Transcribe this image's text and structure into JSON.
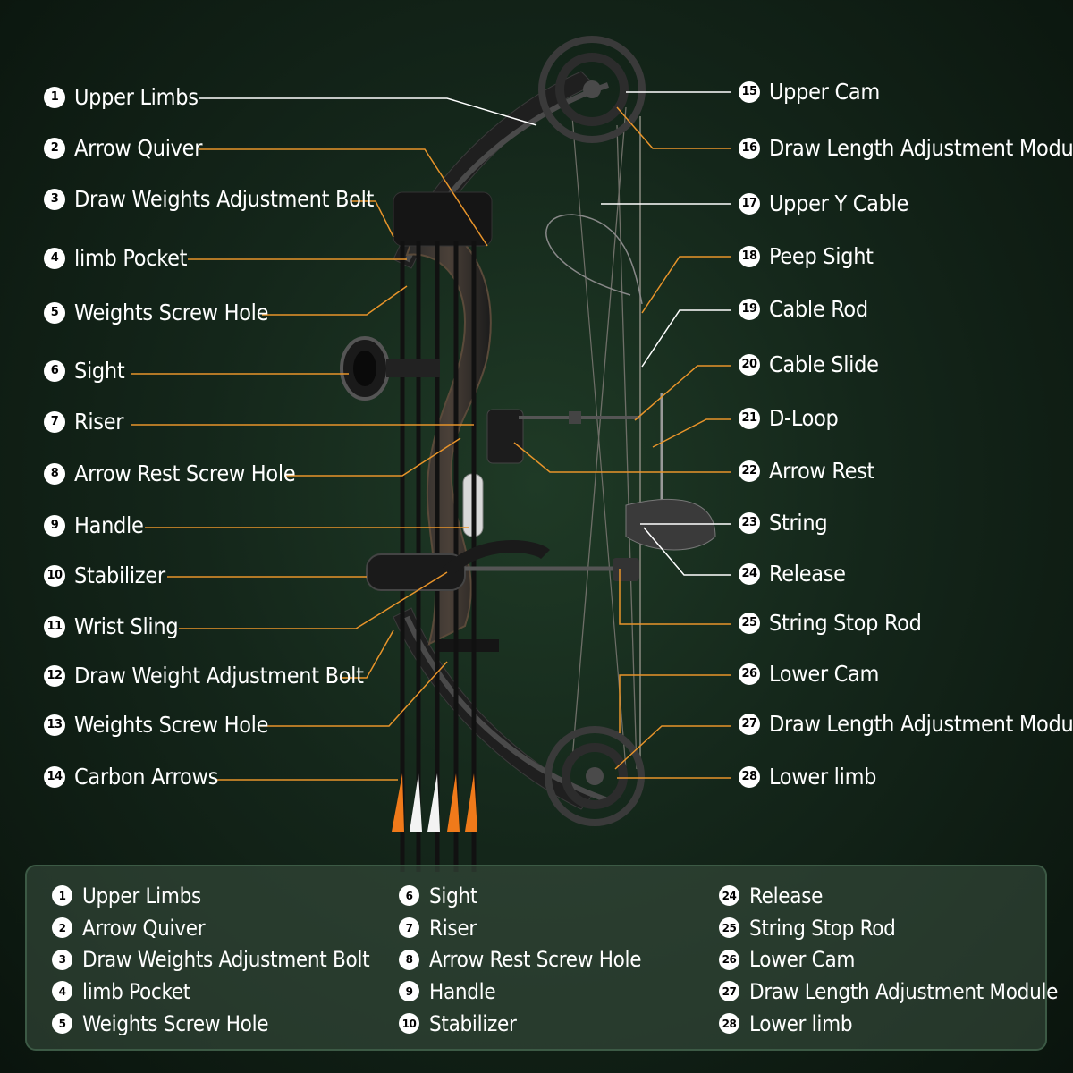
{
  "colors": {
    "background": "#12231a",
    "leader_white": "#ffffff",
    "leader_orange": "#e8942a",
    "legend_border": "#3c5a45",
    "fletch_orange": "#f07a1a"
  },
  "left_labels": [
    {
      "num": "1",
      "text": "Upper Limbs",
      "leader": "white"
    },
    {
      "num": "2",
      "text": "Arrow Quiver",
      "leader": "orange"
    },
    {
      "num": "3",
      "text": "Draw Weights Adjustment Bolt",
      "leader": "orange"
    },
    {
      "num": "4",
      "text": "limb Pocket",
      "leader": "orange"
    },
    {
      "num": "5",
      "text": "Weights Screw Hole",
      "leader": "orange"
    },
    {
      "num": "6",
      "text": "Sight",
      "leader": "orange"
    },
    {
      "num": "7",
      "text": "Riser",
      "leader": "orange"
    },
    {
      "num": "8",
      "text": "Arrow Rest Screw Hole",
      "leader": "orange"
    },
    {
      "num": "9",
      "text": "Handle",
      "leader": "orange"
    },
    {
      "num": "10",
      "text": "Stabilizer",
      "leader": "orange"
    },
    {
      "num": "11",
      "text": "Wrist Sling",
      "leader": "orange"
    },
    {
      "num": "12",
      "text": "Draw Weight Adjustment Bolt",
      "leader": "orange"
    },
    {
      "num": "13",
      "text": "Weights Screw Hole",
      "leader": "orange"
    },
    {
      "num": "14",
      "text": "Carbon Arrows",
      "leader": "orange"
    }
  ],
  "right_labels": [
    {
      "num": "15",
      "text": "Upper Cam",
      "leader": "white"
    },
    {
      "num": "16",
      "text": "Draw Length Adjustment Module",
      "leader": "orange"
    },
    {
      "num": "17",
      "text": "Upper Y Cable",
      "leader": "white"
    },
    {
      "num": "18",
      "text": "Peep Sight",
      "leader": "orange"
    },
    {
      "num": "19",
      "text": "Cable Rod",
      "leader": "white"
    },
    {
      "num": "20",
      "text": "Cable Slide",
      "leader": "orange"
    },
    {
      "num": "21",
      "text": "D-Loop",
      "leader": "orange"
    },
    {
      "num": "22",
      "text": "Arrow Rest",
      "leader": "orange"
    },
    {
      "num": "23",
      "text": "String",
      "leader": "white"
    },
    {
      "num": "24",
      "text": "Release",
      "leader": "white"
    },
    {
      "num": "25",
      "text": "String Stop Rod",
      "leader": "orange"
    },
    {
      "num": "26",
      "text": "Lower Cam",
      "leader": "orange"
    },
    {
      "num": "27",
      "text": "Draw Length Adjustment Module",
      "leader": "orange"
    },
    {
      "num": "28",
      "text": "Lower limb",
      "leader": "orange"
    }
  ],
  "legend": {
    "col1": [
      {
        "num": "1",
        "text": "Upper Limbs"
      },
      {
        "num": "2",
        "text": "Arrow Quiver"
      },
      {
        "num": "3",
        "text": "Draw Weights Adjustment Bolt"
      },
      {
        "num": "4",
        "text": "limb Pocket"
      },
      {
        "num": "5",
        "text": "Weights Screw Hole"
      }
    ],
    "col2": [
      {
        "num": "6",
        "text": "Sight"
      },
      {
        "num": "7",
        "text": "Riser"
      },
      {
        "num": "8",
        "text": "Arrow Rest Screw Hole"
      },
      {
        "num": "9",
        "text": "Handle"
      },
      {
        "num": "10",
        "text": "Stabilizer"
      }
    ],
    "col3": [
      {
        "num": "24",
        "text": "Release"
      },
      {
        "num": "25",
        "text": "String Stop Rod"
      },
      {
        "num": "26",
        "text": "Lower Cam"
      },
      {
        "num": "27",
        "text": "Draw Length Adjustment Module"
      },
      {
        "num": "28",
        "text": "Lower limb"
      }
    ]
  }
}
